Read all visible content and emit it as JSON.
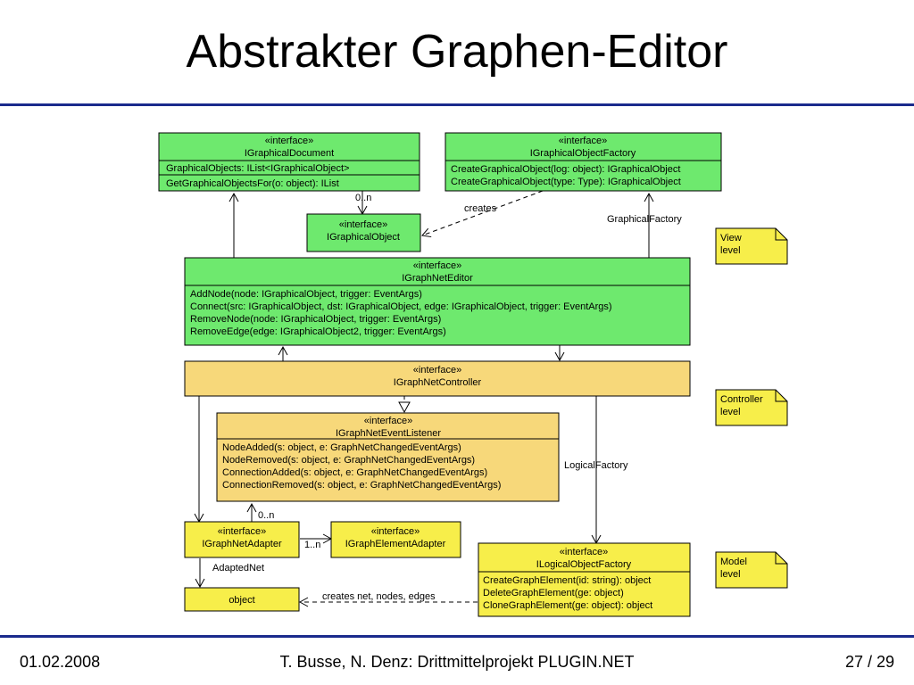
{
  "title": "Abstrakter Graphen-Editor",
  "footer": {
    "date": "01.02.2008",
    "center": "T. Busse, N. Denz: Drittmittelprojekt PLUGIN.NET",
    "page": "27 / 29"
  },
  "colors": {
    "green": "#6ee96e",
    "orange": "#f7d87a",
    "yellow": "#f7ee4a",
    "rule": "#1a2a8c"
  },
  "boxes": {
    "idoc": {
      "stereotype": "«interface»",
      "name": "IGraphicalDocument",
      "attrs": [
        "GraphicalObjects: IList<IGraphicalObject>"
      ],
      "ops": [
        "GetGraphicalObjectsFor(o: object): IList"
      ]
    },
    "ifactory": {
      "stereotype": "«interface»",
      "name": "IGraphicalObjectFactory",
      "ops": [
        "CreateGraphicalObject(log: object): IGraphicalObject",
        "CreateGraphicalObject(type: Type): IGraphicalObject"
      ]
    },
    "iobj": {
      "stereotype": "«interface»",
      "name": "IGraphicalObject"
    },
    "ieditor": {
      "stereotype": "«interface»",
      "name": "IGraphNetEditor",
      "ops": [
        "AddNode(node: IGraphicalObject, trigger: EventArgs)",
        "Connect(src: IGraphicalObject, dst: IGraphicalObject, edge: IGraphicalObject, trigger: EventArgs)",
        "RemoveNode(node: IGraphicalObject, trigger: EventArgs)",
        "RemoveEdge(edge: IGraphicalObject2, trigger: EventArgs)"
      ]
    },
    "icontroller": {
      "stereotype": "«interface»",
      "name": "IGraphNetController"
    },
    "ilistener": {
      "stereotype": "«interface»",
      "name": "IGraphNetEventListener",
      "ops": [
        "NodeAdded(s: object, e: GraphNetChangedEventArgs)",
        "NodeRemoved(s: object, e: GraphNetChangedEventArgs)",
        "ConnectionAdded(s: object, e: GraphNetChangedEventArgs)",
        "ConnectionRemoved(s: object, e: GraphNetChangedEventArgs)"
      ]
    },
    "iadapter": {
      "stereotype": "«interface»",
      "name": "IGraphNetAdapter"
    },
    "ielemadapter": {
      "stereotype": "«interface»",
      "name": "IGraphElementAdapter"
    },
    "ilogical": {
      "stereotype": "«interface»",
      "name": "ILogicalObjectFactory",
      "ops": [
        "CreateGraphElement(id: string): object",
        "DeleteGraphElement(ge: object)",
        "CloneGraphElement(ge: object): object"
      ]
    },
    "object": {
      "name": "object"
    }
  },
  "labels": {
    "mult_doc": "0..n",
    "creates": "creates",
    "graphical_factory": "GraphicalFactory",
    "logical_factory": "LogicalFactory",
    "mult_listener": "0..n",
    "mult_adapter": "1..n",
    "adapted_net": "AdaptedNet",
    "creates_net": "creates net, nodes, edges"
  },
  "notes": {
    "view": [
      "View",
      "level"
    ],
    "controller": [
      "Controller",
      "level"
    ],
    "model": [
      "Model",
      "level"
    ]
  }
}
